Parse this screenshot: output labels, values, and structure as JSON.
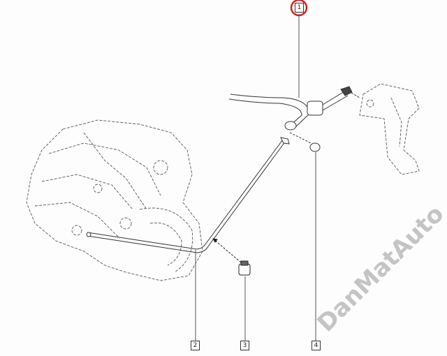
{
  "diagram": {
    "callouts": [
      {
        "label": "1",
        "part": "clutch-master-cylinder",
        "highlighted": true
      },
      {
        "label": "2",
        "part": "hydraulic-pipe"
      },
      {
        "label": "3",
        "part": "pipe-clip"
      },
      {
        "label": "4",
        "part": "cap"
      }
    ],
    "highlight_color": "#d42020",
    "line_color": "#333333"
  },
  "watermark": "DanMatAuto"
}
